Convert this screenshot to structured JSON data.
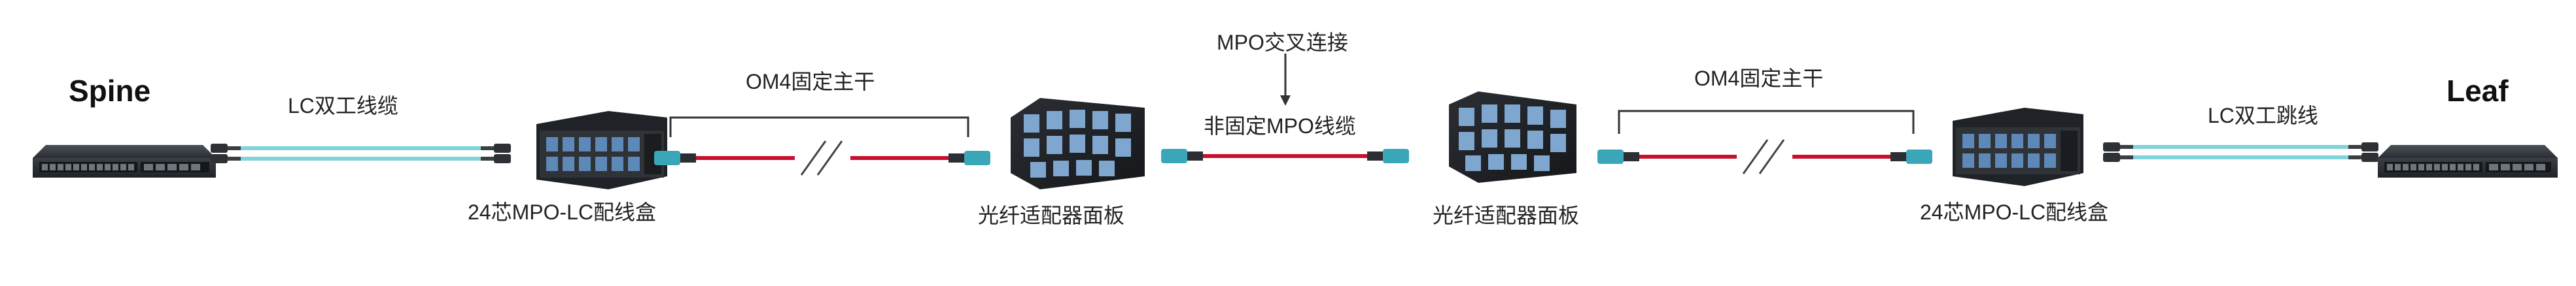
{
  "colors": {
    "aqua_cable": "#7fd3db",
    "red_trunk": "#c8102e",
    "connector_teal": "#3aa7b8",
    "device_dark": "#2f3338",
    "adapter_blue": "#5e88b7",
    "text": "#222222"
  },
  "labels": {
    "spine": "Spine",
    "leaf": "Leaf",
    "lc_duplex_cable": "LC双工线缆",
    "lc_duplex_patch": "LC双工跳线",
    "om4_trunk_left": "OM4固定主干",
    "om4_trunk_right": "OM4固定主干",
    "cassette_left": "24芯MPO-LC配线盒",
    "cassette_right": "24芯MPO-LC配线盒",
    "adapter_panel_left": "光纤适配器面板",
    "adapter_panel_right": "光纤适配器面板",
    "mpo_cross_connect": "MPO交叉连接",
    "non_fixed_mpo_cable": "非固定MPO线缆"
  },
  "icons": [
    "switch-icon",
    "cassette-icon",
    "adapter-panel-icon",
    "mpo-connector-icon",
    "lc-connector-icon",
    "break-slash-icon",
    "arrow-down-icon"
  ]
}
